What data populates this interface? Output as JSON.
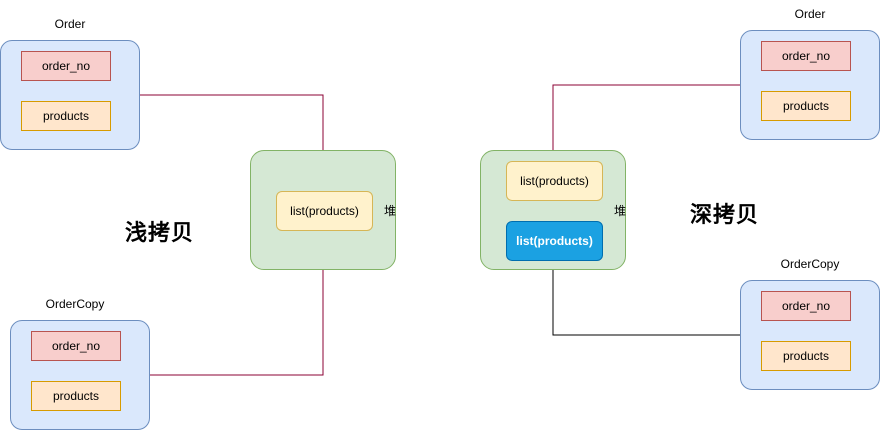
{
  "shallow": {
    "title": "浅拷贝",
    "order": {
      "label": "Order",
      "field1": "order_no",
      "field2": "products"
    },
    "order_copy": {
      "label": "OrderCopy",
      "field1": "order_no",
      "field2": "products"
    },
    "heap": {
      "label": "堆",
      "list": "list(products)"
    }
  },
  "deep": {
    "title": "深拷贝",
    "order": {
      "label": "Order",
      "field1": "order_no",
      "field2": "products"
    },
    "order_copy": {
      "label": "OrderCopy",
      "field1": "order_no",
      "field2": "products"
    },
    "heap": {
      "label": "堆",
      "list_original": "list(products)",
      "list_copy": "list(products)"
    }
  },
  "colors": {
    "shallow_arrow": "#8b0033",
    "deep_order_arrow": "#8b0033",
    "deep_copy_arrow": "#000000"
  }
}
